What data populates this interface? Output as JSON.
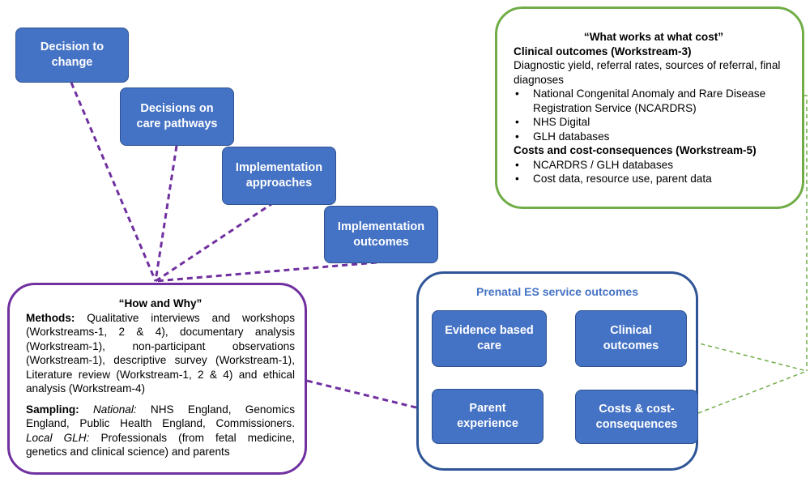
{
  "left_boxes": [
    {
      "label": "Decision to\nchange"
    },
    {
      "label": "Decisions on\ncare pathways"
    },
    {
      "label": "Implementation\napproaches"
    },
    {
      "label": "Implementation\noutcomes"
    }
  ],
  "what_works": {
    "title": "“What works at what cost”",
    "clinical_heading": "Clinical outcomes (Workstream-3)",
    "clinical_text": "Diagnostic yield, referral rates, sources of referral, final diagnoses",
    "clinical_items": [
      "National Congenital Anomaly and Rare Disease Registration  Service (NCARDRS)",
      "NHS Digital",
      "GLH databases"
    ],
    "costs_heading": "Costs and cost-consequences (Workstream-5)",
    "costs_items": [
      "NCARDRS / GLH databases",
      "Cost data, resource use, parent data"
    ]
  },
  "how_why": {
    "title": "“How and Why”",
    "methods_label": "Methods:",
    "methods_text": " Qualitative interviews and workshops (Workstreams-1, 2 & 4), documentary analysis (Workstream-1), non-participant observations (Workstream-1), descriptive survey (Workstream-1), Literature review (Workstream-1, 2 & 4) and ethical analysis (Workstream-4)",
    "sampling_label": "Sampling:",
    "sampling_national_label": "National:",
    "sampling_national_text": " NHS England, Genomics England, Public Health England, Commissioners.",
    "sampling_local_label": "Local GLH:",
    "sampling_local_text": " Professionals (from fetal medicine, genetics and clinical science) and parents"
  },
  "service": {
    "title": "Prenatal ES service outcomes",
    "evidence": "Evidence based\ncare",
    "clinical": "Clinical\noutcomes",
    "parent": "Parent\nexperience",
    "costs": "Costs & cost-\nconsequences"
  },
  "colors": {
    "box_fill": "#4472c4",
    "purple": "#7030a0",
    "green": "#70ad47",
    "navy": "#2f5597"
  }
}
